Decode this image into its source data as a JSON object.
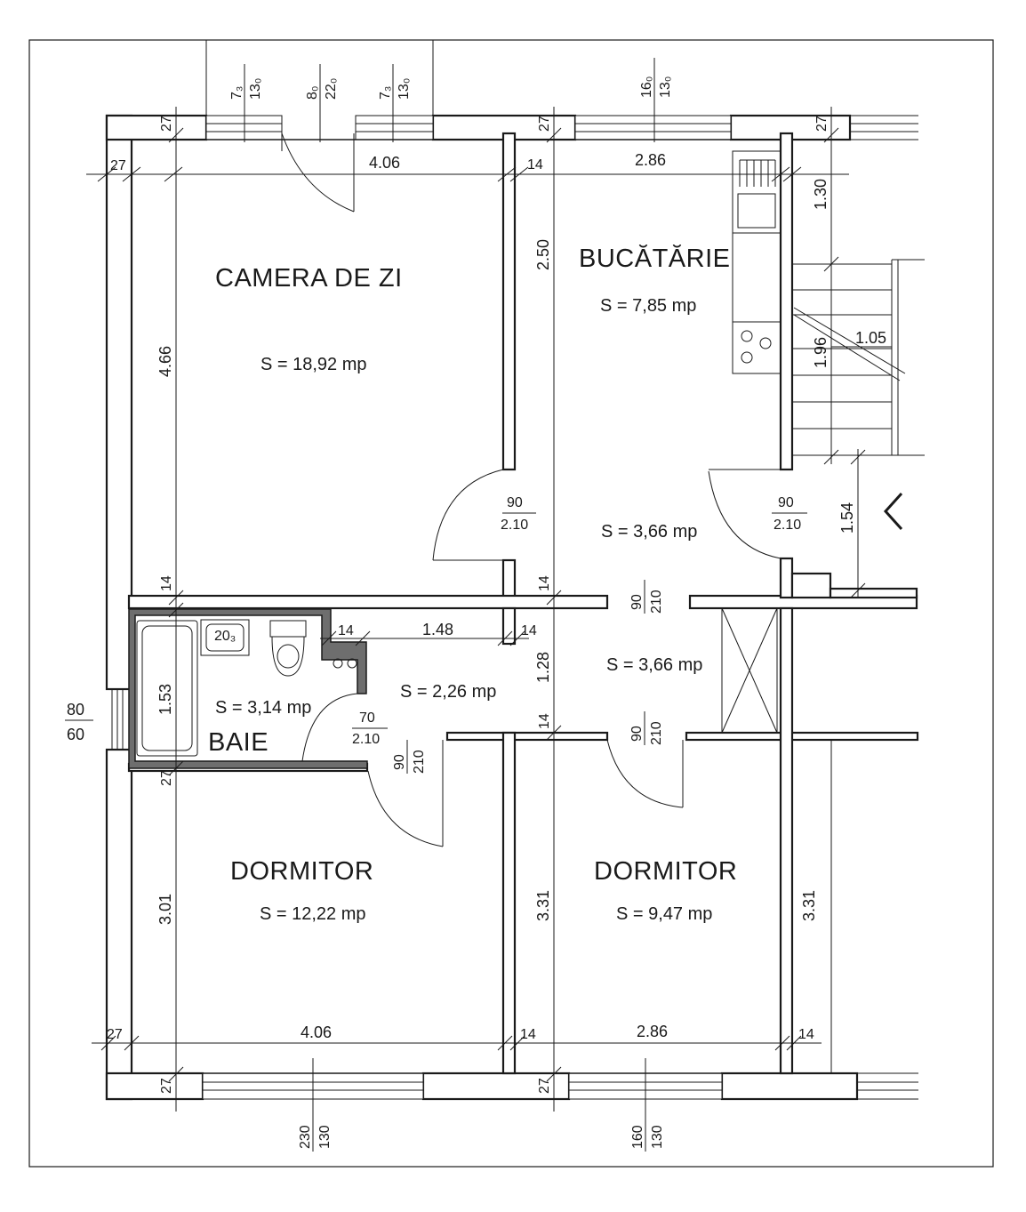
{
  "rooms": {
    "living": {
      "name": "CAMERA DE ZI",
      "area": "S = 18,92 mp"
    },
    "kitchen": {
      "name": "BUCĂTĂRIE",
      "area": "S = 7,85 mp"
    },
    "bath": {
      "name": "BAIE",
      "area": "S = 3,14 mp"
    },
    "bedroom_left": {
      "name": "DORMITOR",
      "area": "S = 12,22 mp"
    },
    "bedroom_right": {
      "name": "DORMITOR",
      "area": "S = 9,47 mp"
    },
    "hall_upper": {
      "area": "S = 3,66 mp"
    },
    "hall_lower": {
      "area": "S = 3,66 mp"
    },
    "hall_small": {
      "area": "S = 2,26 mp"
    }
  },
  "dimensions": {
    "w27_top_left": "27",
    "w27_top_v": "27",
    "w27_top_mid": "27",
    "w27_top_right": "27",
    "living_width": "4.06",
    "wall_14_top": "14",
    "kitchen_width": "2.86",
    "kitchen_depth": "2.50",
    "living_depth": "4.66",
    "stair_h1": "1.30",
    "stair_h2": "1.96",
    "stair_w": "1.05",
    "landing": "1.54",
    "wall_14_left": "14",
    "wall_14_mid": "14",
    "wall_14_bath": "14",
    "hall_width": "1.48",
    "wall_14_hall": "14",
    "hall_depth": "1.28",
    "wall_14_lower": "14",
    "bath_depth": "1.53",
    "bath_wall_27": "27",
    "bedroom_left_depth": "3.01",
    "bedroom_right_depth": "3.31",
    "bedroom_right_depth_2": "3.31",
    "w27_bottom_left": "27",
    "bedroom_left_width": "4.06",
    "wall_14_bottom": "14",
    "bedroom_right_width": "2.86",
    "wall_14_bottom_right": "14",
    "w27_bottom_v": "27",
    "w27_bottom_mid": "27",
    "boiler_label": "20₃"
  },
  "openings": {
    "win_top1": {
      "w": "7₃",
      "h": "13₀"
    },
    "door_top": {
      "w": "8₀",
      "h": "22₀"
    },
    "win_top2": {
      "w": "7₃",
      "h": "13₀"
    },
    "win_kitchen": {
      "w": "16₀",
      "h": "13₀"
    },
    "door_living": {
      "w": "90",
      "h": "2.10"
    },
    "door_kitchen": {
      "w": "90",
      "h": "2.10"
    },
    "door_hall_a": {
      "w": "90",
      "h": "210"
    },
    "door_hall_b": {
      "w": "90",
      "h": "210"
    },
    "door_bath": {
      "w": "70",
      "h": "2.10"
    },
    "door_bed_left": {
      "w": "90",
      "h": "210"
    },
    "door_ext": {
      "w": "80",
      "h": "60"
    },
    "win_bottom1": {
      "w": "230",
      "h": "130"
    },
    "win_bottom2": {
      "w": "160",
      "h": "130"
    }
  },
  "colors": {
    "line": "#1a1a1a",
    "bath_wall": "#6e6e6e",
    "background": "#ffffff"
  }
}
